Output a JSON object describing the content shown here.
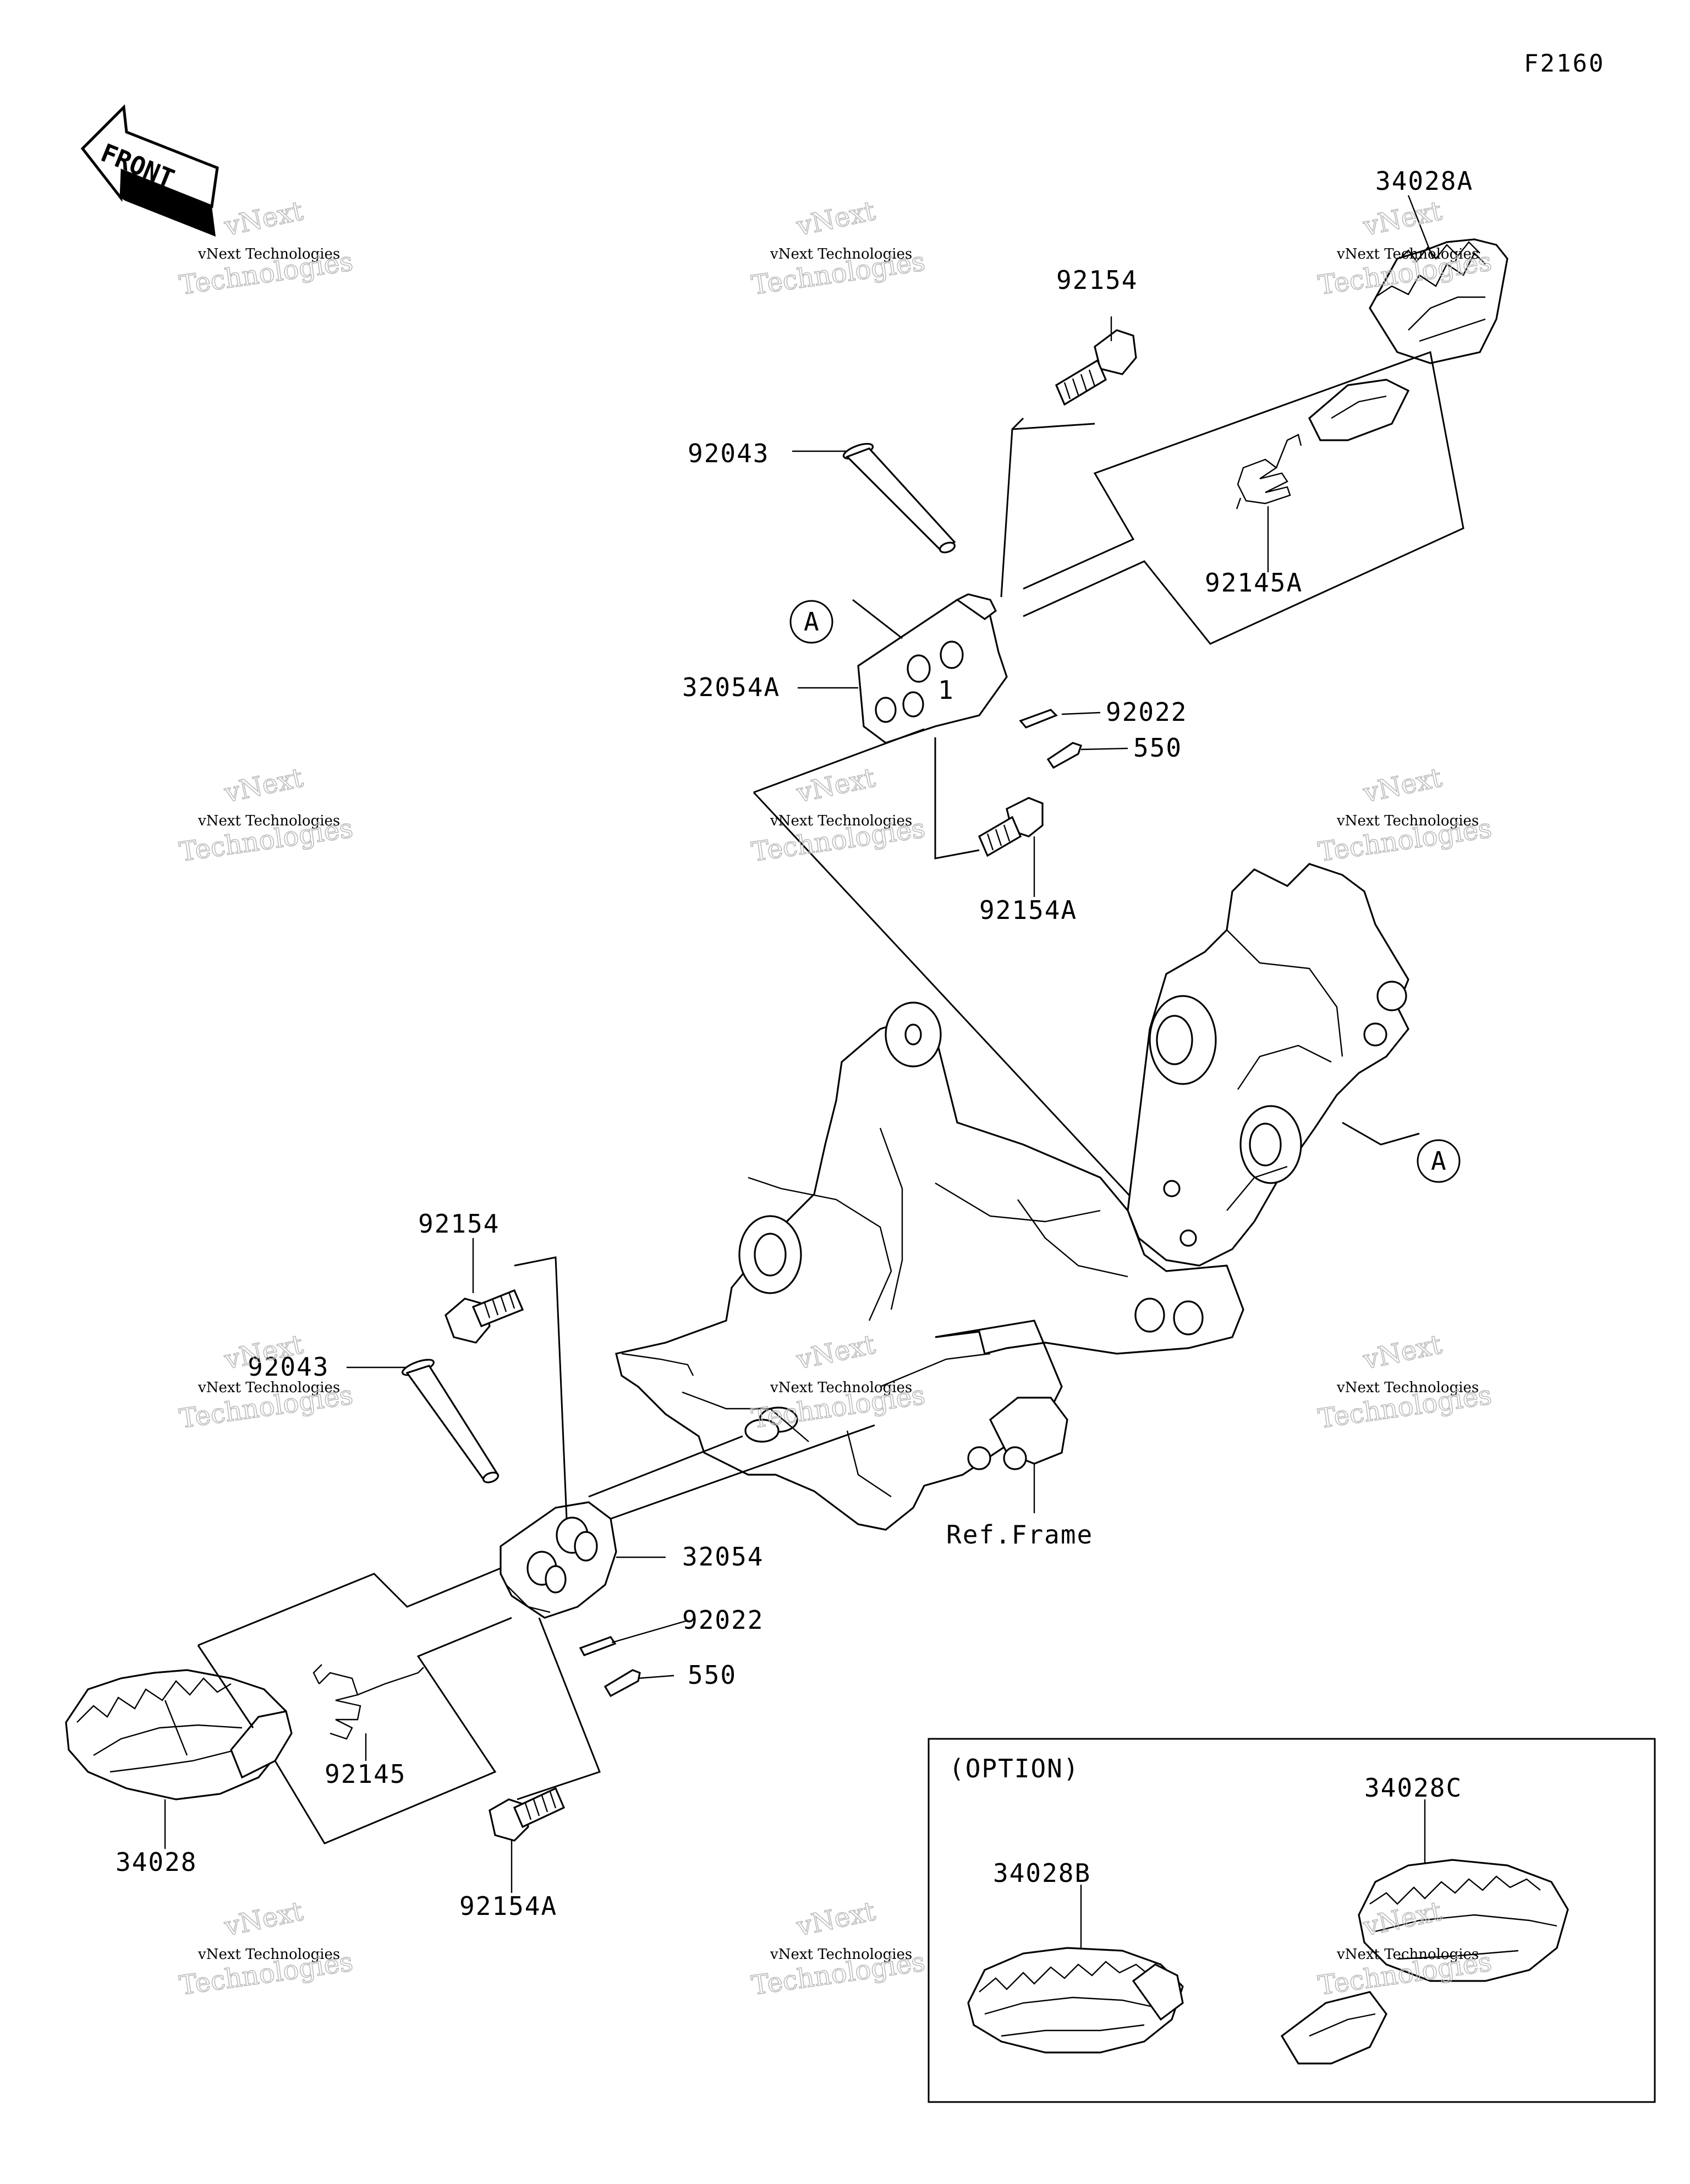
{
  "diagram_code": "F2160",
  "front_arrow": {
    "label": "FRONT",
    "icon": "front-arrow-icon"
  },
  "option_box": {
    "title": "(OPTION)"
  },
  "callouts": {
    "ref_circle_label": "A"
  },
  "frame_ref_label": "Ref.Frame",
  "parts": {
    "p34028A": "34028A",
    "p92154_top": "92154",
    "p92043_top": "92043",
    "p92145A": "92145A",
    "p32054A": "32054A",
    "p92022_top": "92022",
    "p550_top": "550",
    "p92154A_top": "92154A",
    "p92154_bottom": "92154",
    "p92043_bottom": "92043",
    "p32054": "32054",
    "p92022_bottom": "92022",
    "p550_bottom": "550",
    "p92145": "92145",
    "p34028": "34028",
    "p92154A_bottom": "92154A",
    "p34028B": "34028B",
    "p34028C": "34028C"
  },
  "watermark": {
    "line1": "vNext Technologies",
    "line2": "Technologies",
    "line3": "vNext"
  }
}
